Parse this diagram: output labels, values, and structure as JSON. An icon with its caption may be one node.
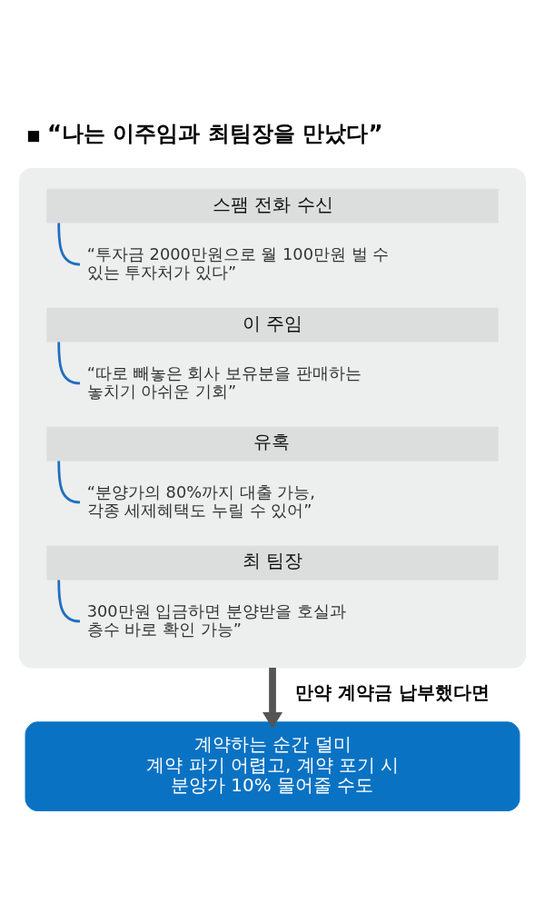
{
  "diagram": {
    "title": "“나는 이주임과 최팀장을 만났다”",
    "nodes": [
      {
        "text": [],
        "shape": "box"
      },
      {
        "text": [
          "스팸 전화 수신"
        ],
        "in": 0
      },
      {
        "text": [
          "“투자금 2000만원으로 월 100만원 벌 수 있는 투자처가 있다”"
        ],
        "in": 0
      },
      {
        "text": [
          "이 주임"
        ],
        "in": 0
      },
      {
        "text": [
          "“따로 빼놓은 회사 보유분을 판매하는 놓치기 아쉬운 기회”"
        ],
        "in": 0
      },
      {
        "text": [
          "유혹"
        ],
        "in": 0
      },
      {
        "text": [
          "“분양가의 80%까지 대출 가능, 각종 세제혜택도 누릴 수 있어”"
        ],
        "in": 0
      },
      {
        "text": [
          "최 팀장"
        ],
        "in": 0
      },
      {
        "text": [
          "300만원 입금하면 분양받을 호실과 층수 바로 확인 가능”"
        ],
        "in": 0
      },
      {
        "text": [
          "계약하는 순간 덜미",
          "계약 파기 어렵고, 계약 포기 시 분양가 10% 물어줄 수도"
        ]
      }
    ],
    "edges": [
      {
        "from": 1,
        "to": 2,
        "arrow": "none"
      },
      {
        "from": 3,
        "to": 4,
        "arrow": "none"
      },
      {
        "from": 5,
        "to": 6,
        "arrow": "none"
      },
      {
        "from": 7,
        "to": 8,
        "arrow": "none"
      },
      {
        "from": 0,
        "to": 9,
        "arrow": "to",
        "label": "만약 계약금 납부했다면",
        "style": "thick",
        "color": "#555555"
      }
    ]
  }
}
